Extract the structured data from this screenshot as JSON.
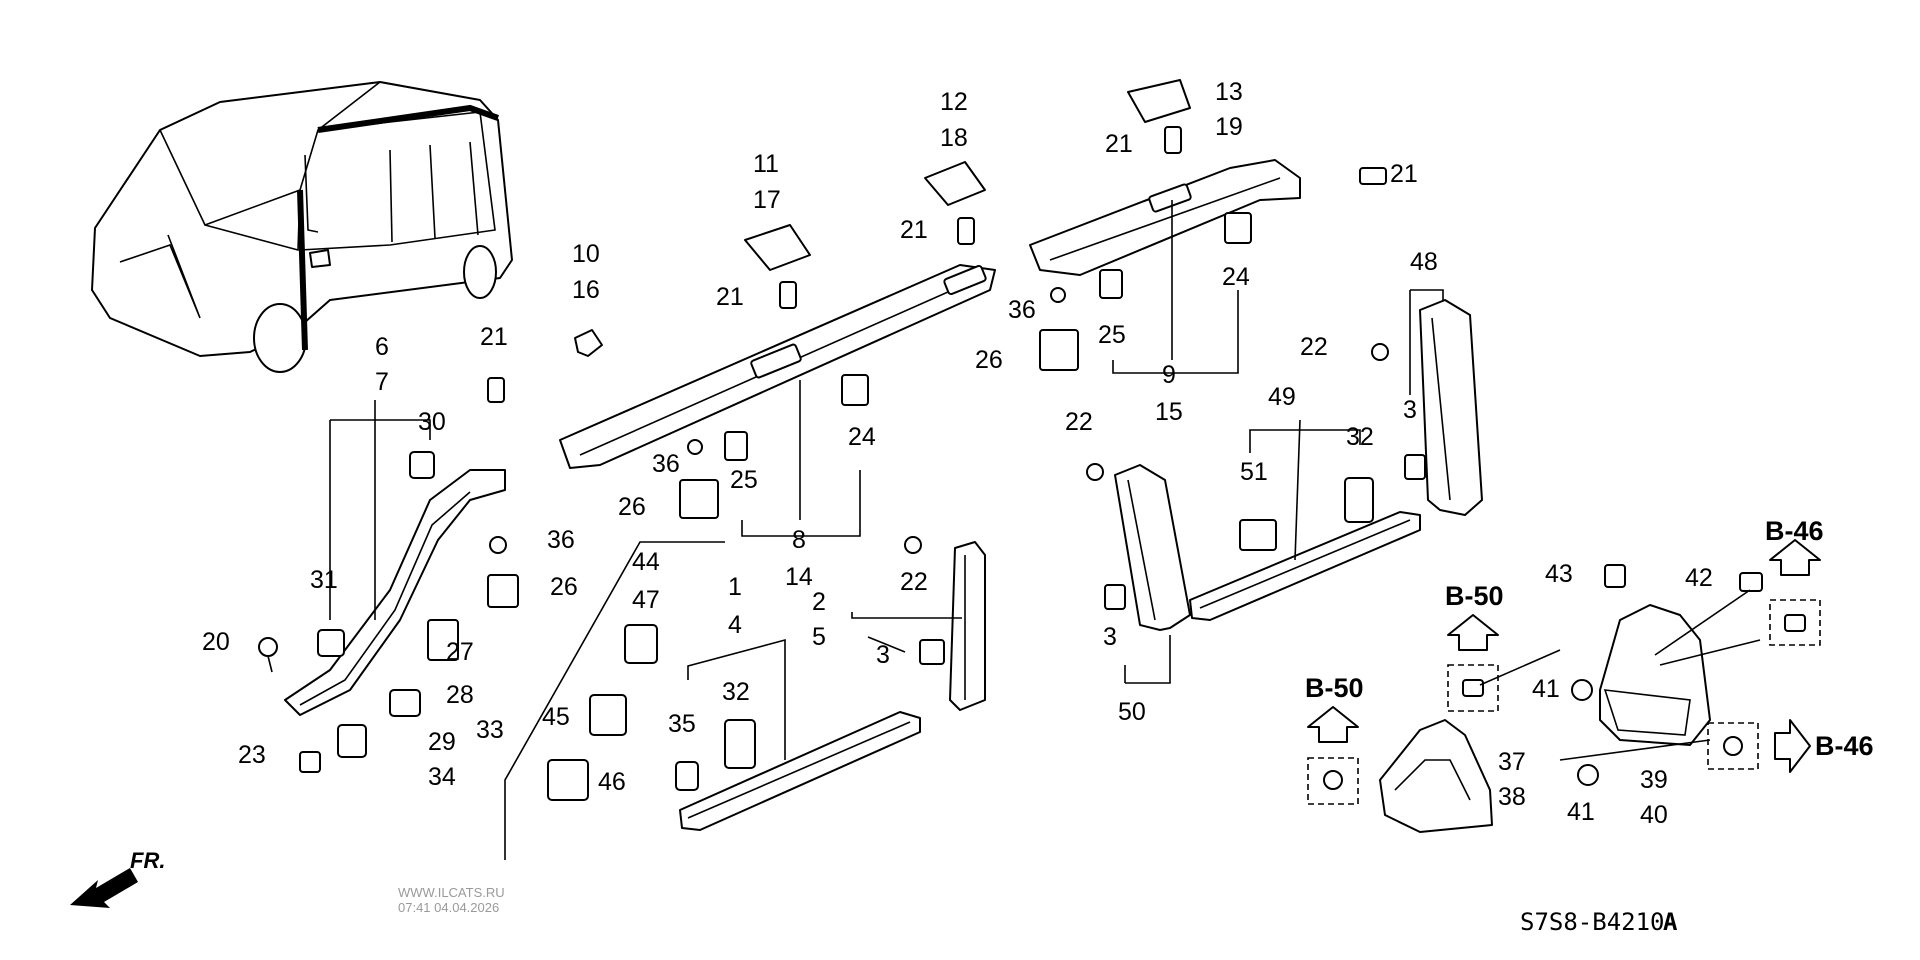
{
  "diagram": {
    "code": "S7S8-B4210",
    "code_suffix": "A",
    "direction_label": "FR.",
    "watermark_site": "WWW.ILCATS.RU",
    "watermark_time": "07:41 04.04.2026",
    "ref_labels": {
      "b46_top": "B-46",
      "b46_right": "B-46",
      "b50_mid": "B-50",
      "b50_left": "B-50"
    },
    "callouts": [
      {
        "id": "c1",
        "text": "1"
      },
      {
        "id": "c2",
        "text": "2"
      },
      {
        "id": "c3a",
        "text": "3"
      },
      {
        "id": "c3b",
        "text": "3"
      },
      {
        "id": "c3c",
        "text": "3"
      },
      {
        "id": "c4",
        "text": "4"
      },
      {
        "id": "c5",
        "text": "5"
      },
      {
        "id": "c6",
        "text": "6"
      },
      {
        "id": "c7",
        "text": "7"
      },
      {
        "id": "c8",
        "text": "8"
      },
      {
        "id": "c9",
        "text": "9"
      },
      {
        "id": "c10",
        "text": "10"
      },
      {
        "id": "c11",
        "text": "11"
      },
      {
        "id": "c12",
        "text": "12"
      },
      {
        "id": "c13",
        "text": "13"
      },
      {
        "id": "c14",
        "text": "14"
      },
      {
        "id": "c15",
        "text": "15"
      },
      {
        "id": "c16",
        "text": "16"
      },
      {
        "id": "c17",
        "text": "17"
      },
      {
        "id": "c18",
        "text": "18"
      },
      {
        "id": "c19",
        "text": "19"
      },
      {
        "id": "c20",
        "text": "20"
      },
      {
        "id": "c21a",
        "text": "21"
      },
      {
        "id": "c21b",
        "text": "21"
      },
      {
        "id": "c21c",
        "text": "21"
      },
      {
        "id": "c21d",
        "text": "21"
      },
      {
        "id": "c21e",
        "text": "21"
      },
      {
        "id": "c22a",
        "text": "22"
      },
      {
        "id": "c22b",
        "text": "22"
      },
      {
        "id": "c22c",
        "text": "22"
      },
      {
        "id": "c23",
        "text": "23"
      },
      {
        "id": "c24a",
        "text": "24"
      },
      {
        "id": "c24b",
        "text": "24"
      },
      {
        "id": "c25a",
        "text": "25"
      },
      {
        "id": "c25b",
        "text": "25"
      },
      {
        "id": "c26a",
        "text": "26"
      },
      {
        "id": "c26b",
        "text": "26"
      },
      {
        "id": "c26c",
        "text": "26"
      },
      {
        "id": "c27",
        "text": "27"
      },
      {
        "id": "c28",
        "text": "28"
      },
      {
        "id": "c29",
        "text": "29"
      },
      {
        "id": "c30",
        "text": "30"
      },
      {
        "id": "c31",
        "text": "31"
      },
      {
        "id": "c32a",
        "text": "32"
      },
      {
        "id": "c32b",
        "text": "32"
      },
      {
        "id": "c33",
        "text": "33"
      },
      {
        "id": "c34",
        "text": "34"
      },
      {
        "id": "c35",
        "text": "35"
      },
      {
        "id": "c36a",
        "text": "36"
      },
      {
        "id": "c36b",
        "text": "36"
      },
      {
        "id": "c36c",
        "text": "36"
      },
      {
        "id": "c37",
        "text": "37"
      },
      {
        "id": "c38",
        "text": "38"
      },
      {
        "id": "c39",
        "text": "39"
      },
      {
        "id": "c40",
        "text": "40"
      },
      {
        "id": "c41a",
        "text": "41"
      },
      {
        "id": "c41b",
        "text": "41"
      },
      {
        "id": "c42",
        "text": "42"
      },
      {
        "id": "c43",
        "text": "43"
      },
      {
        "id": "c44",
        "text": "44"
      },
      {
        "id": "c45",
        "text": "45"
      },
      {
        "id": "c46",
        "text": "46"
      },
      {
        "id": "c47",
        "text": "47"
      },
      {
        "id": "c48",
        "text": "48"
      },
      {
        "id": "c49",
        "text": "49"
      },
      {
        "id": "c50",
        "text": "50"
      },
      {
        "id": "c51",
        "text": "51"
      }
    ]
  }
}
